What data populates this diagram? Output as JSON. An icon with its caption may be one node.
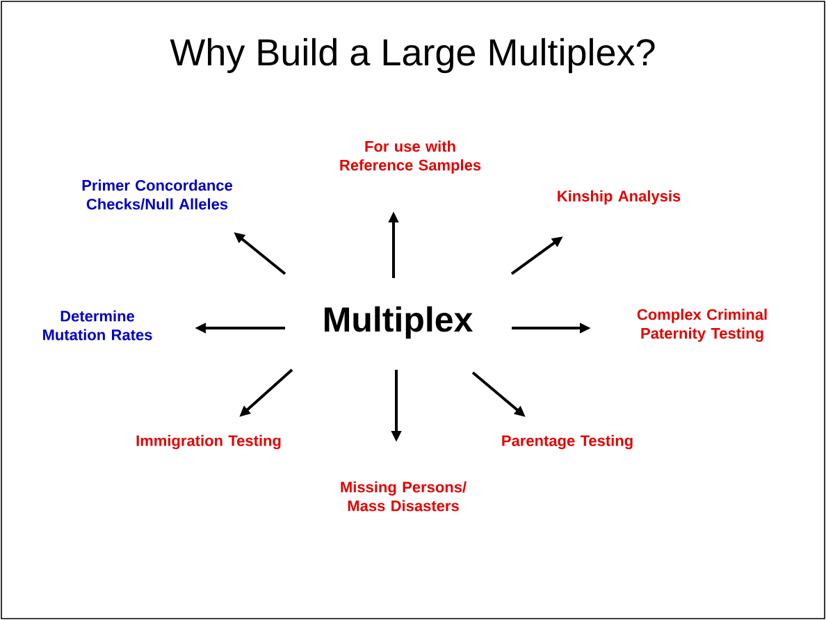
{
  "diagram": {
    "title": "Why Build a Large Multiplex?",
    "nodes": [
      {
        "text": [
          "Multiplex"
        ]
      },
      {
        "text": [
          "For use with Reference Samples"
        ]
      },
      {
        "text": [
          "Kinship Analysis"
        ]
      },
      {
        "text": [
          "Complex Criminal Paternity Testing"
        ]
      },
      {
        "text": [
          "Parentage Testing"
        ]
      },
      {
        "text": [
          "Missing Persons/ Mass Disasters"
        ]
      },
      {
        "text": [
          "Immigration Testing"
        ]
      },
      {
        "text": [
          "Determine Mutation Rates"
        ]
      },
      {
        "text": [
          "Primer Concordance Checks/Null Alleles"
        ]
      }
    ],
    "edges": [
      {
        "from": 0,
        "to": 1,
        "arrow": "to"
      },
      {
        "from": 0,
        "to": 2,
        "arrow": "to"
      },
      {
        "from": 0,
        "to": 3,
        "arrow": "to"
      },
      {
        "from": 0,
        "to": 4,
        "arrow": "to"
      },
      {
        "from": 0,
        "to": 5,
        "arrow": "to"
      },
      {
        "from": 0,
        "to": 6,
        "arrow": "to"
      },
      {
        "from": 0,
        "to": 7,
        "arrow": "to"
      },
      {
        "from": 0,
        "to": 8,
        "arrow": "to"
      }
    ]
  }
}
